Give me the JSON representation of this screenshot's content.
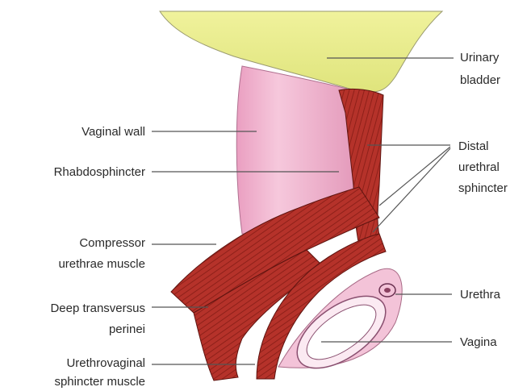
{
  "labels": {
    "urinary_bladder_1": "Urinary",
    "urinary_bladder_2": "bladder",
    "vaginal_wall": "Vaginal wall",
    "rhabdosphincter": "Rhabdosphincter",
    "distal_1": "Distal",
    "distal_2": "urethral",
    "distal_3": "sphincter",
    "compressor_1": "Compressor",
    "compressor_2": "urethrae muscle",
    "deep_1": "Deep transversus",
    "deep_2": "perinei",
    "urethra": "Urethra",
    "vagina": "Vagina",
    "urethrovaginal_1": "Urethrovaginal",
    "urethrovaginal_2": "sphincter muscle"
  },
  "colors": {
    "bladder": "#e8ec8c",
    "vaginal_wall": "#f2b8d2",
    "muscle": "#b8322a",
    "muscle_dark": "#7a1c16",
    "tissue_light": "#f7dbe8"
  }
}
